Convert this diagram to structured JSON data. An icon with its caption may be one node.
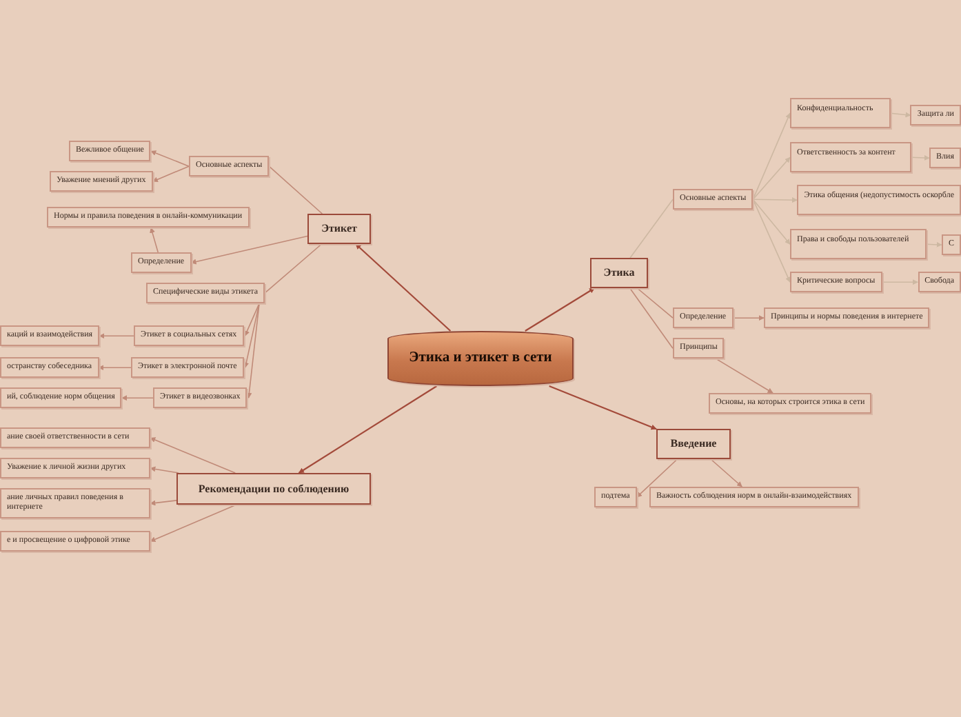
{
  "diagram": {
    "nodes": [
      {
        "text": [
          "Этика и этикет в сети"
        ]
      },
      {
        "text": [
          "Этикет"
        ]
      },
      {
        "text": [
          "Основные аспекты"
        ]
      },
      {
        "text": [
          "Вежливое общение"
        ]
      },
      {
        "text": [
          "Уважение мнений других"
        ]
      },
      {
        "text": [
          "Нормы и правила поведения в онлайн-коммуникации"
        ]
      },
      {
        "text": [
          "Определение"
        ]
      },
      {
        "text": [
          "Специфические виды этикета"
        ]
      },
      {
        "text": [
          "Этикет в социальных сетях"
        ]
      },
      {
        "text": [
          "каций и взаимодействия"
        ]
      },
      {
        "text": [
          "Этикет в электронной почте"
        ]
      },
      {
        "text": [
          "остранству собеседника"
        ]
      },
      {
        "text": [
          "Этикет в видеозвонках"
        ]
      },
      {
        "text": [
          "ий, соблюдение норм общения"
        ]
      },
      {
        "text": [
          "Рекомендации по соблюдению"
        ]
      },
      {
        "text": [
          "ание своей ответственности в сети"
        ]
      },
      {
        "text": [
          "Уважение к личной жизни других"
        ]
      },
      {
        "text": [
          "ание личных правил поведения в интернете"
        ]
      },
      {
        "text": [
          "е и просвещение о цифровой этике"
        ]
      },
      {
        "text": [
          "Этика"
        ]
      },
      {
        "text": [
          "Основные аспекты"
        ]
      },
      {
        "text": [
          "Конфиденциальность"
        ]
      },
      {
        "text": [
          "Защита ли"
        ]
      },
      {
        "text": [
          "Ответственность за контент"
        ]
      },
      {
        "text": [
          "Влия"
        ]
      },
      {
        "text": [
          "Этика общения (недопустимость оскорбле"
        ]
      },
      {
        "text": [
          "Права и свободы пользователей"
        ]
      },
      {
        "text": [
          "С"
        ]
      },
      {
        "text": [
          "Критические вопросы"
        ]
      },
      {
        "text": [
          "Свобода"
        ]
      },
      {
        "text": [
          "Определение"
        ]
      },
      {
        "text": [
          "Принципы и нормы поведения в интернете"
        ]
      },
      {
        "text": [
          "Принципы"
        ]
      },
      {
        "text": [
          "Основы, на которых строится этика в сети"
        ]
      },
      {
        "text": [
          "Введение"
        ]
      },
      {
        "text": [
          "подтема"
        ]
      },
      {
        "text": [
          "Важность соблюдения норм в онлайн-взаимодействиях"
        ]
      }
    ],
    "edges": [
      {
        "from": 0,
        "to": 1,
        "arrow": "to",
        "color": "#a34a3a"
      },
      {
        "from": 1,
        "to": 2,
        "arrow": "none"
      },
      {
        "from": 2,
        "to": 3,
        "arrow": "to"
      },
      {
        "from": 2,
        "to": 4,
        "arrow": "to"
      },
      {
        "from": 1,
        "to": 6,
        "arrow": "to"
      },
      {
        "from": 6,
        "to": 5,
        "arrow": "to"
      },
      {
        "from": 1,
        "to": 7,
        "arrow": "none"
      },
      {
        "from": 7,
        "to": 8,
        "arrow": "to"
      },
      {
        "from": 7,
        "to": 10,
        "arrow": "to"
      },
      {
        "from": 7,
        "to": 12,
        "arrow": "to"
      },
      {
        "from": 8,
        "to": 9,
        "arrow": "to"
      },
      {
        "from": 10,
        "to": 11,
        "arrow": "to"
      },
      {
        "from": 12,
        "to": 13,
        "arrow": "to"
      },
      {
        "from": 0,
        "to": 14,
        "arrow": "to",
        "color": "#a34a3a"
      },
      {
        "from": 14,
        "to": 15,
        "arrow": "to"
      },
      {
        "from": 14,
        "to": 16,
        "arrow": "to"
      },
      {
        "from": 14,
        "to": 17,
        "arrow": "to"
      },
      {
        "from": 14,
        "to": 18,
        "arrow": "to"
      },
      {
        "from": 0,
        "to": 19,
        "arrow": "to",
        "color": "#a34a3a"
      },
      {
        "from": 19,
        "to": 20,
        "arrow": "none",
        "color": "#cdb8a2"
      },
      {
        "from": 20,
        "to": 21,
        "arrow": "to",
        "color": "#cdb8a2"
      },
      {
        "from": 20,
        "to": 23,
        "arrow": "to",
        "color": "#cdb8a2"
      },
      {
        "from": 20,
        "to": 25,
        "arrow": "to",
        "color": "#cdb8a2"
      },
      {
        "from": 20,
        "to": 26,
        "arrow": "to",
        "color": "#cdb8a2"
      },
      {
        "from": 20,
        "to": 28,
        "arrow": "to",
        "color": "#cdb8a2"
      },
      {
        "from": 21,
        "to": 22,
        "arrow": "to",
        "color": "#cdb8a2"
      },
      {
        "from": 23,
        "to": 24,
        "arrow": "to",
        "color": "#cdb8a2"
      },
      {
        "from": 26,
        "to": 27,
        "arrow": "to",
        "color": "#cdb8a2"
      },
      {
        "from": 28,
        "to": 29,
        "arrow": "to",
        "color": "#cdb8a2"
      },
      {
        "from": 19,
        "to": 30,
        "arrow": "none"
      },
      {
        "from": 30,
        "to": 31,
        "arrow": "to"
      },
      {
        "from": 19,
        "to": 32,
        "arrow": "none"
      },
      {
        "from": 32,
        "to": 33,
        "arrow": "to"
      },
      {
        "from": 0,
        "to": 34,
        "arrow": "to",
        "color": "#a34a3a"
      },
      {
        "from": 34,
        "to": 35,
        "arrow": "to"
      },
      {
        "from": 34,
        "to": 36,
        "arrow": "to"
      }
    ]
  }
}
